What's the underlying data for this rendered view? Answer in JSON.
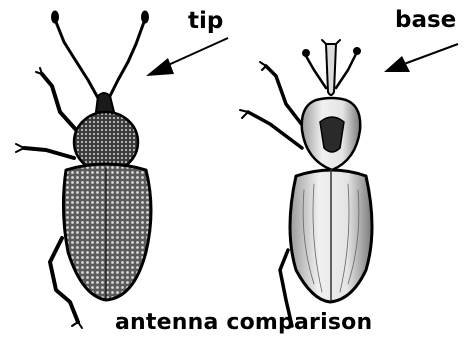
{
  "labels": {
    "tip": "tip",
    "base": "base",
    "caption": "antenna comparison"
  },
  "colors": {
    "ink": "#000000",
    "paper": "#ffffff",
    "weevil_left_body": "#6e6e6e",
    "weevil_right_body": "#d9d9d9"
  },
  "figures": [
    {
      "name": "left-weevil",
      "antenna_attachment": "tip"
    },
    {
      "name": "right-weevil",
      "antenna_attachment": "base"
    }
  ]
}
